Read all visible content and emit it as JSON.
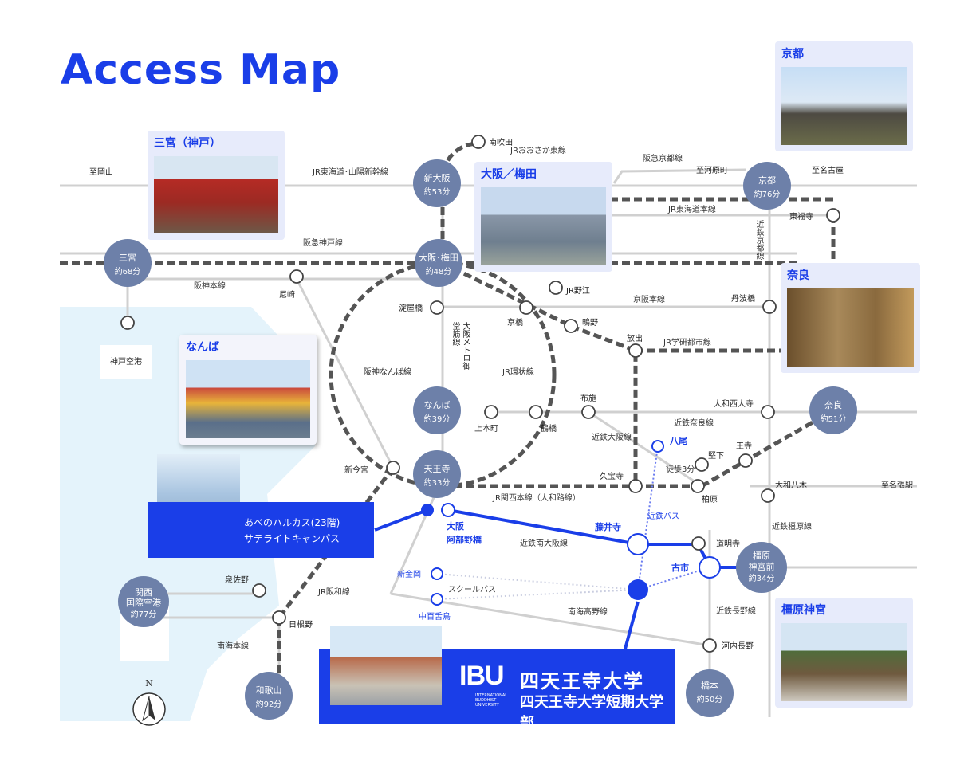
{
  "title": "Access Map",
  "photo_cards": {
    "sannomiya": "三宮（神戸）",
    "osaka_umeda": "大阪／梅田",
    "kyoto": "京都",
    "nara": "奈良",
    "namba": "なんば",
    "kashihara": "橿原神宮"
  },
  "hubs": {
    "sannomiya": {
      "name": "三宮",
      "time": "約68分"
    },
    "shin_osaka": {
      "name": "新大阪",
      "time": "約53分"
    },
    "osaka_umeda": {
      "name": "大阪･梅田",
      "time": "約48分"
    },
    "kyoto": {
      "name": "京都",
      "time": "約76分"
    },
    "namba": {
      "name": "なんば",
      "time": "約39分"
    },
    "tennoji": {
      "name": "天王寺",
      "time": "約33分"
    },
    "nara": {
      "name": "奈良",
      "time": "約51分"
    },
    "kashihara": {
      "name1": "橿原",
      "name2": "神宮前",
      "time": "約34分"
    },
    "kansai_airport": {
      "name1": "関西",
      "name2": "国際空港",
      "time": "約77分"
    },
    "wakayama": {
      "name": "和歌山",
      "time": "約92分"
    },
    "hashimoto": {
      "name": "橋本",
      "time": "約50分"
    }
  },
  "stations": {
    "minami_suita": "南吹田",
    "to_okayama": "至岡山",
    "to_kawaramachi": "至河原町",
    "to_nagoya": "至名古屋",
    "to_nabari": "至名張駅",
    "kobe_airport": "神戸空港",
    "amagasaki": "尼崎",
    "jr_noe": "JR野江",
    "yodoyabashi": "淀屋橋",
    "kyobashi": "京橋",
    "shigino": "鴫野",
    "hanaten": "放出",
    "tofukuji": "東福寺",
    "tambabashi": "丹波橋",
    "yamato_saidaiji": "大和西大寺",
    "uehonmachi": "上本町",
    "tsuruhashi": "鶴橋",
    "fuse": "布施",
    "yao": "八尾",
    "katashimo": "堅下",
    "oji": "王寺",
    "kyuhoji": "久宝寺",
    "kashiwara": "柏原",
    "yamato_yagi": "大和八木",
    "shin_imamiya": "新今宮",
    "osaka_abenobashi_1": "大阪",
    "osaka_abenobashi_2": "阿部野橋",
    "fujiidera": "藤井寺",
    "domyoji": "道明寺",
    "furuichi": "古市",
    "shinkanaoka": "新金岡",
    "nakamozu": "中百舌鳥",
    "izumisano": "泉佐野",
    "hineno": "日根野",
    "kawachinagano": "河内長野"
  },
  "lines": {
    "jr_tokaido_sanyo": "JR東海道･山陽新幹線",
    "jr_osaka_higashi": "JRおおさか東線",
    "hankyu_kyoto": "阪急京都線",
    "jr_tokaido": "JR東海道本線",
    "hankyu_kobe": "阪急神戸線",
    "hanshin_main": "阪神本線",
    "keihan_main": "京阪本線",
    "jr_gakkentoshi": "JR学研都市線",
    "kintetsu_kyoto": "近鉄京都線",
    "metro_midosuji": "大阪メトロ御堂筋線",
    "jr_loop": "JR環状線",
    "hanshin_namba": "阪神なんば線",
    "kintetsu_nara": "近鉄奈良線",
    "kintetsu_osaka": "近鉄大阪線",
    "walk": "徒歩3分",
    "kintetsu_bus": "近鉄バス",
    "jr_kansai_main": "JR関西本線（大和路線）",
    "kintetsu_minami_osaka": "近鉄南大阪線",
    "school_bus": "スクールバス",
    "nankai_koya": "南海高野線",
    "jr_hanwa": "JR阪和線",
    "nankai_main": "南海本線",
    "kintetsu_kashihara": "近鉄橿原線",
    "kintetsu_nagano": "近鉄長野線"
  },
  "campus": {
    "line1": "あべのハルカス(23階)",
    "line2": "サテライトキャンパス"
  },
  "ibu": {
    "logo": "IBU",
    "sub": "INTERNATIONAL BUDDHIST UNIVERSITY",
    "name1": "四天王寺大学",
    "name2": "四天王寺大学短期大学部"
  },
  "compass": "N",
  "colors": {
    "accent": "#1a3ee8",
    "hub": "#6d80a9",
    "sea": "#e4f3fb",
    "line_gray": "#cfcfcf",
    "rail": "#555555"
  }
}
